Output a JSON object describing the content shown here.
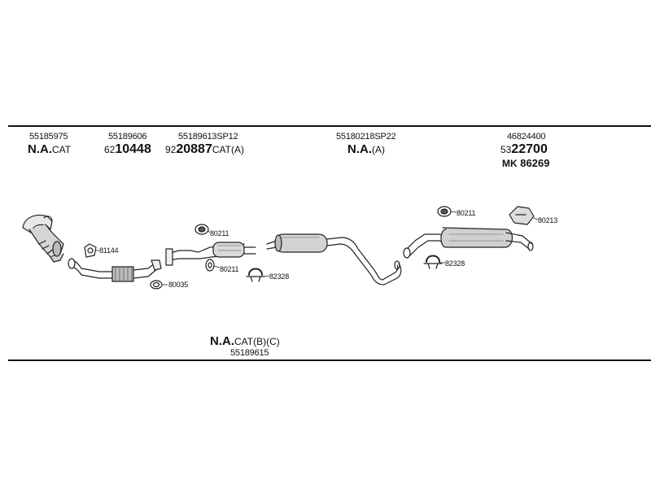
{
  "top_labels": {
    "col1": {
      "part_no": "55185975",
      "na": "N.A.",
      "suffix": "CAT"
    },
    "col2": {
      "part_no": "55189606",
      "prefix": "62",
      "number": "10448"
    },
    "col3": {
      "part_no": "55189613SP12",
      "prefix": "92",
      "number": "20887",
      "suffix": "CAT(A)"
    },
    "col4": {
      "part_no": "55180218SP22",
      "na": "N.A.",
      "suffix": "(A)"
    },
    "col5": {
      "part_no": "46824400",
      "prefix": "53",
      "number": "22700",
      "mk_prefix": "MK",
      "mk_number": "86269"
    }
  },
  "bottom_label": {
    "na": "N.A.",
    "suffix": "CAT(B)(C)",
    "part_no": "55189615"
  },
  "callouts": {
    "c81144": "81144",
    "c80035": "80035",
    "c80211_a": "80211",
    "c80211_b": "80211",
    "c82328_a": "82328",
    "c80211_c": "80211",
    "c82328_b": "82328",
    "c80213": "80213"
  }
}
